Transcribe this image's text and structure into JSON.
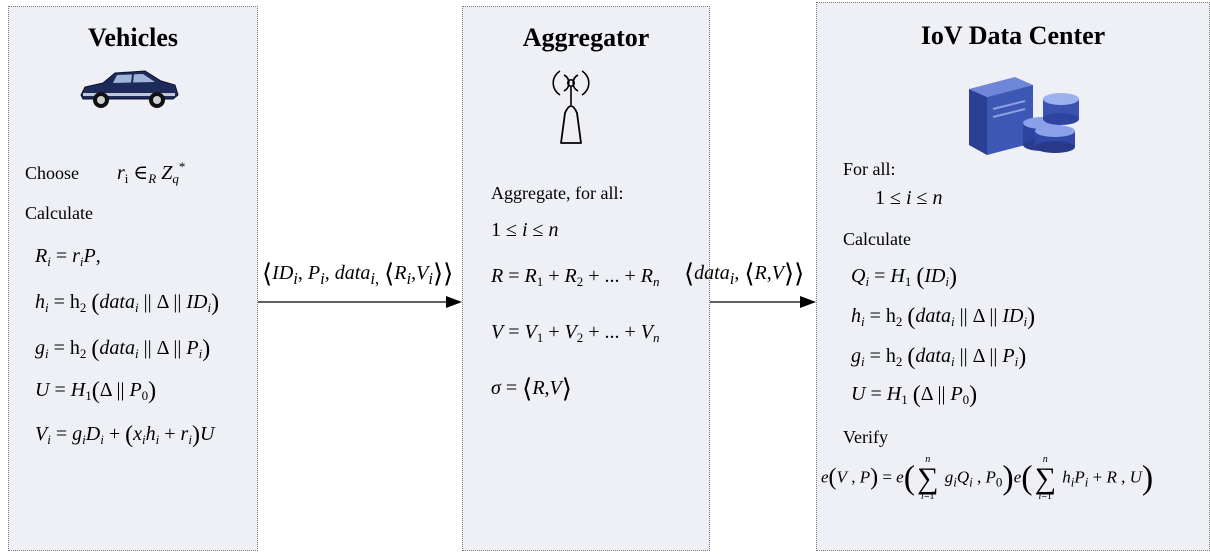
{
  "vehicles": {
    "title": "Vehicles",
    "choose_label": "Choose",
    "calculate_label": "Calculate"
  },
  "aggregator": {
    "title": "Aggregator",
    "aggregate_label": "Aggregate, for all:"
  },
  "datacenter": {
    "title": "IoV Data Center",
    "for_all_label": "For all:",
    "calculate_label": "Calculate",
    "verify_label": "Verify"
  },
  "icons": {
    "vehicle": "car-icon",
    "aggregator": "antenna-icon",
    "datacenter": "server-database-icon"
  },
  "colors": {
    "panel_bg": "#eef0f6",
    "panel_border": "#7a7a7a",
    "server_blue": "#3d57b5"
  }
}
